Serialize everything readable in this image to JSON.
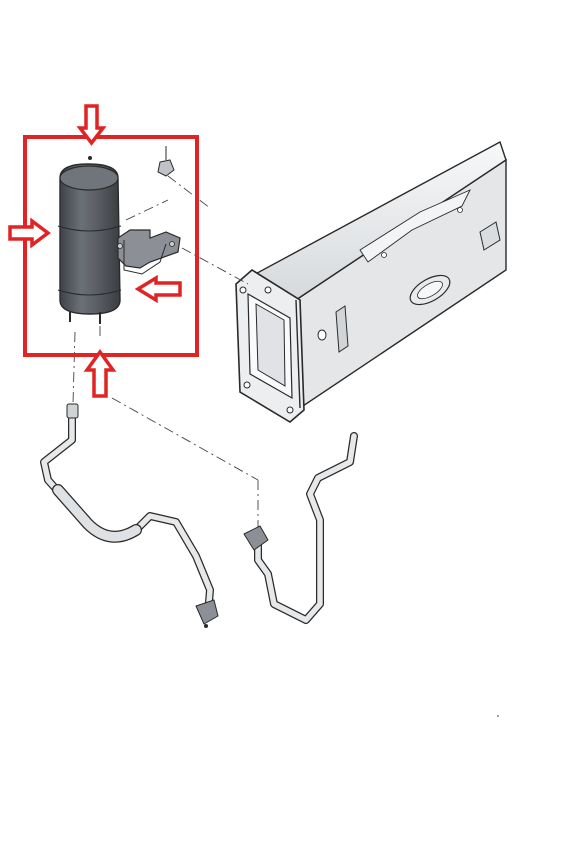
{
  "diagram": {
    "highlight_color": "#e02424",
    "part_colors": {
      "receiver_body": "#5c6066",
      "receiver_shadow": "#3f4348",
      "metal_light": "#f2f3f4",
      "metal_mid": "#d8dadd",
      "outline": "#2a2a2a",
      "leader_line": "#444444"
    },
    "arrows": [
      {
        "direction": "down",
        "target": "receiver-top"
      },
      {
        "direction": "right",
        "target": "receiver-side"
      },
      {
        "direction": "left",
        "target": "bracket"
      },
      {
        "direction": "up",
        "target": "receiver-bottom"
      }
    ],
    "parts": [
      {
        "name": "receiver-drier"
      },
      {
        "name": "mounting-bracket"
      },
      {
        "name": "bolt"
      },
      {
        "name": "frame-rail"
      },
      {
        "name": "refrigerant-pipe-left"
      },
      {
        "name": "refrigerant-pipe-right"
      }
    ]
  }
}
